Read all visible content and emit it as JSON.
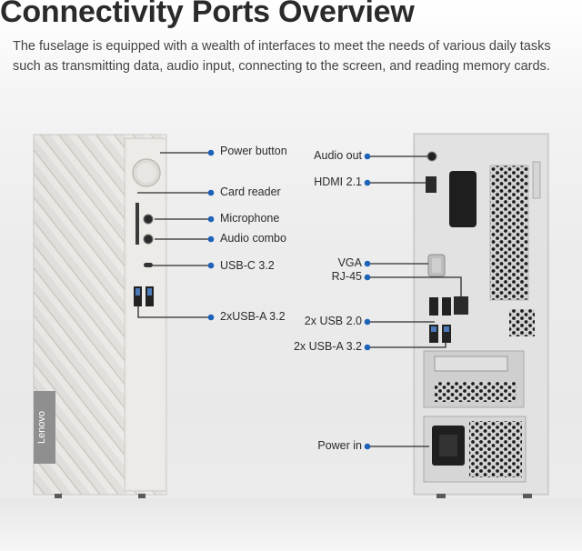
{
  "header": {
    "title": "Connectivity Ports Overview",
    "description": "The fuselage is equipped with a wealth of interfaces to meet the needs of various daily tasks such as transmitting data, audio input, connecting to the screen, and reading memory cards."
  },
  "front_panel": {
    "brand": "Lenovo",
    "labels": {
      "power_button": "Power button",
      "card_reader": "Card reader",
      "microphone": "Microphone",
      "audio_combo": "Audio combo",
      "usb_c": "USB-C 3.2",
      "usb_a": "2xUSB-A 3.2"
    }
  },
  "rear_panel": {
    "labels": {
      "audio_out": "Audio out",
      "hdmi": "HDMI 2.1",
      "vga": "VGA",
      "rj45": "RJ-45",
      "usb20": "2x USB 2.0",
      "usba32": "2x USB-A 3.2",
      "power_in": "Power in"
    }
  },
  "colors": {
    "accent_dot": "#1e63b8",
    "case_front": "#dedcd8",
    "case_rear": "#d8d8d8"
  }
}
